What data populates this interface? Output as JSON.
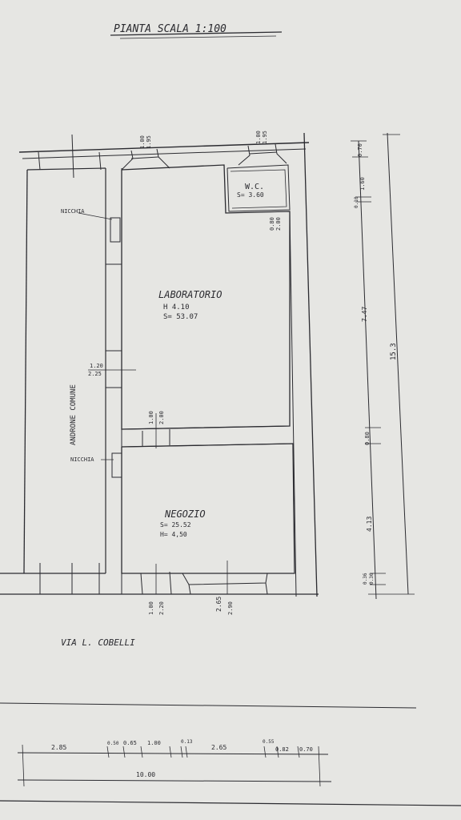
{
  "title": "PIANTA  SCALA 1:100",
  "colors": {
    "paper": "#e6e6e3",
    "ink": "#2b2b30"
  },
  "rooms": {
    "laboratorio": {
      "name": "LABORATORIO",
      "height": "H 4.10",
      "area": "S= 53.07"
    },
    "negozio": {
      "name": "NEGOZIO",
      "area": "S= 25.52",
      "height": "H= 4,50"
    },
    "wc": {
      "name": "W.C.",
      "area": "S= 3.60"
    },
    "androne": {
      "name": "ANDRONE COMUNE"
    }
  },
  "labels": {
    "nicchia_top": "NICCHIA",
    "nicchia_bottom": "NICCHIA"
  },
  "street": "VIA  L.  COBELLI",
  "openings": {
    "top_window_left": [
      "1.00",
      "1.95"
    ],
    "top_window_right": [
      "1.00",
      "1.95"
    ],
    "wc_door": [
      "0.80",
      "2.00"
    ],
    "side_door": [
      "1.20",
      "2.25"
    ],
    "inner_door": [
      "1.00",
      "2.00"
    ],
    "front_door_left": [
      "1.00",
      "2.20"
    ],
    "front_door_right": [
      "2.65",
      "2.90"
    ]
  },
  "right_dimensions": {
    "segments": [
      "0.70",
      "1.60",
      "0.10",
      "7.47",
      "0.80",
      "4.13",
      "0.36",
      "0.36"
    ],
    "total": "15.3"
  },
  "bottom_dimensions": {
    "segments": [
      "2.85",
      "0.50",
      "0.65",
      "1.00",
      "0.13",
      "2.65",
      "0.55",
      "0.82",
      "0.70"
    ],
    "total": "10.00"
  }
}
